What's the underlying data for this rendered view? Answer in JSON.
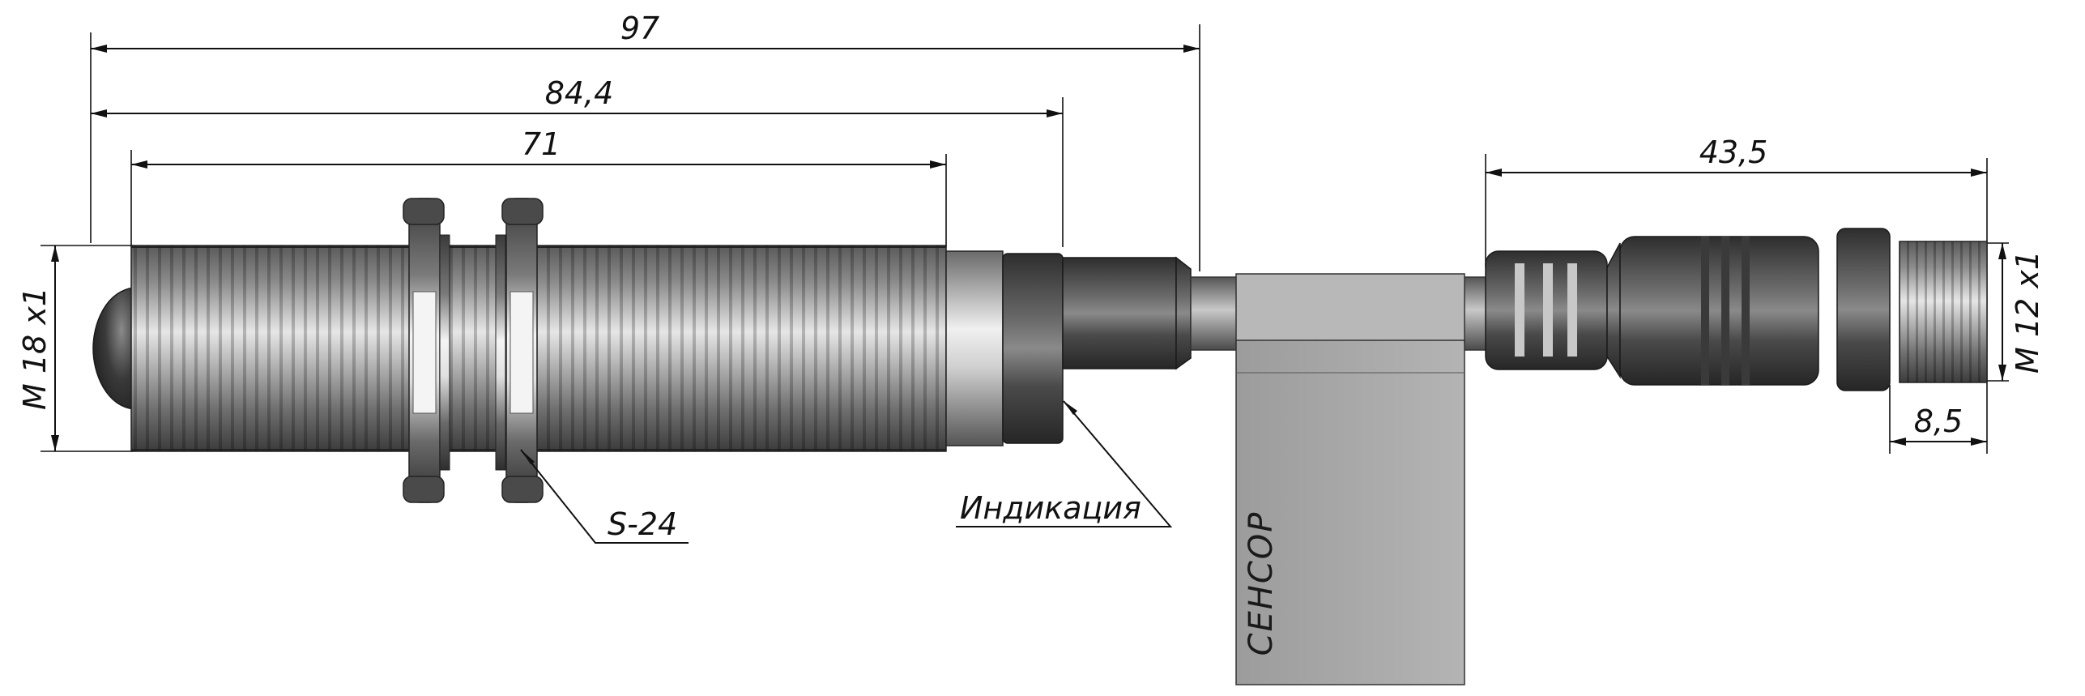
{
  "dimensions": {
    "overall_length": "97",
    "length_to_indicator": "84,4",
    "thread_length": "71",
    "connector_length": "43,5",
    "connector_thread_length": "8,5",
    "sensor_thread": "M 18 x1",
    "connector_thread": "M 12 x1"
  },
  "labels": {
    "nut_size": "S-24",
    "indicator": "Индикация",
    "tag_brand": "СЕНСОР"
  },
  "colors": {
    "line": "#111111",
    "tag_fill": "#a9a9a9",
    "metal_dark": "#4a4a4a",
    "metal_light": "#d8d8d8"
  }
}
